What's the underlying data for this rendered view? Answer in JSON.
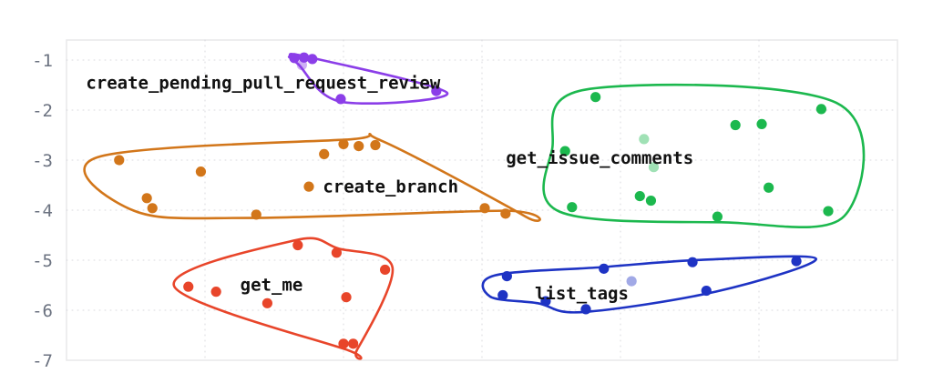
{
  "chart_data": {
    "type": "scatter",
    "title": "",
    "xlabel": "",
    "ylabel": "",
    "xlim": [
      0,
      6
    ],
    "ylim": [
      -7,
      -0.6
    ],
    "grid": true,
    "legend_position": "inline-labels",
    "yticks": [
      "-1",
      "-2",
      "-3",
      "-4",
      "-5",
      "-6",
      "-7"
    ],
    "ytick_values": [
      -1,
      -2,
      -3,
      -4,
      -5,
      -6,
      -7
    ],
    "xticks": [],
    "clusters": [
      {
        "name": "create_pending_pull_request_review",
        "color": "#8b3ee8",
        "label_x": 1.42,
        "label_y": -1.46,
        "points": [
          {
            "x": 1.645,
            "y": -0.96,
            "faded": false
          },
          {
            "x": 1.715,
            "y": -0.95,
            "faded": false
          },
          {
            "x": 1.775,
            "y": -0.98,
            "faded": false
          },
          {
            "x": 1.7,
            "y": -1.1,
            "faded": true
          },
          {
            "x": 1.98,
            "y": -1.78,
            "faded": false
          },
          {
            "x": 2.67,
            "y": -1.62,
            "faded": false
          }
        ],
        "hull": [
          [
            1.645,
            -0.96
          ],
          [
            1.775,
            -0.98
          ],
          [
            2.67,
            -1.62
          ],
          [
            1.98,
            -1.78
          ],
          [
            1.7,
            -1.1
          ]
        ]
      },
      {
        "name": "create_branch",
        "color": "#d2761a",
        "label_x": 2.34,
        "label_y": -3.54,
        "points": [
          {
            "x": 0.38,
            "y": -3.0,
            "faded": false
          },
          {
            "x": 0.62,
            "y": -3.96,
            "faded": false
          },
          {
            "x": 0.58,
            "y": -3.76,
            "faded": false
          },
          {
            "x": 0.97,
            "y": -3.23,
            "faded": false
          },
          {
            "x": 1.37,
            "y": -4.09,
            "faded": false
          },
          {
            "x": 1.86,
            "y": -2.88,
            "faded": false
          },
          {
            "x": 2.0,
            "y": -2.68,
            "faded": false
          },
          {
            "x": 2.11,
            "y": -2.72,
            "faded": false
          },
          {
            "x": 2.23,
            "y": -2.7,
            "faded": false
          },
          {
            "x": 1.75,
            "y": -3.53,
            "faded": false
          },
          {
            "x": 3.02,
            "y": -3.96,
            "faded": false
          },
          {
            "x": 3.17,
            "y": -4.07,
            "faded": false
          }
        ],
        "hull": [
          [
            0.38,
            -3.0
          ],
          [
            2.0,
            -2.68
          ],
          [
            2.23,
            -2.7
          ],
          [
            3.17,
            -4.07
          ],
          [
            3.02,
            -3.96
          ],
          [
            1.37,
            -4.09
          ],
          [
            0.62,
            -3.96
          ]
        ]
      },
      {
        "name": "get_issue_comments",
        "color": "#1cb84e",
        "label_x": 3.85,
        "label_y": -2.96,
        "points": [
          {
            "x": 3.6,
            "y": -2.82,
            "faded": false
          },
          {
            "x": 3.82,
            "y": -1.74,
            "faded": false
          },
          {
            "x": 3.65,
            "y": -3.94,
            "faded": false
          },
          {
            "x": 4.14,
            "y": -3.72,
            "faded": false
          },
          {
            "x": 4.22,
            "y": -3.81,
            "faded": false
          },
          {
            "x": 4.17,
            "y": -2.58,
            "faded": true
          },
          {
            "x": 4.24,
            "y": -3.14,
            "faded": true
          },
          {
            "x": 4.83,
            "y": -2.3,
            "faded": false
          },
          {
            "x": 5.02,
            "y": -2.28,
            "faded": false
          },
          {
            "x": 5.07,
            "y": -3.55,
            "faded": false
          },
          {
            "x": 5.45,
            "y": -1.98,
            "faded": false
          },
          {
            "x": 5.5,
            "y": -4.02,
            "faded": false
          },
          {
            "x": 4.7,
            "y": -4.13,
            "faded": false
          }
        ],
        "hull": [
          [
            3.82,
            -1.74
          ],
          [
            5.45,
            -1.98
          ],
          [
            5.5,
            -4.02
          ],
          [
            4.7,
            -4.13
          ],
          [
            3.65,
            -3.94
          ],
          [
            3.6,
            -2.82
          ]
        ]
      },
      {
        "name": "get_me",
        "color": "#e8452a",
        "label_x": 1.48,
        "label_y": -5.5,
        "points": [
          {
            "x": 0.88,
            "y": -5.53,
            "faded": false
          },
          {
            "x": 1.08,
            "y": -5.63,
            "faded": false
          },
          {
            "x": 1.45,
            "y": -5.86,
            "faded": false
          },
          {
            "x": 1.67,
            "y": -4.7,
            "faded": false
          },
          {
            "x": 1.95,
            "y": -4.85,
            "faded": false
          },
          {
            "x": 2.02,
            "y": -5.74,
            "faded": false
          },
          {
            "x": 2.3,
            "y": -5.19,
            "faded": false
          },
          {
            "x": 2.0,
            "y": -6.67,
            "faded": false
          },
          {
            "x": 2.07,
            "y": -6.67,
            "faded": false
          }
        ],
        "hull": [
          [
            1.67,
            -4.7
          ],
          [
            1.95,
            -4.85
          ],
          [
            2.3,
            -5.19
          ],
          [
            2.07,
            -6.67
          ],
          [
            2.0,
            -6.67
          ],
          [
            0.88,
            -5.53
          ]
        ]
      },
      {
        "name": "list_tags",
        "color": "#1e33c4",
        "label_x": 3.72,
        "label_y": -5.67,
        "points": [
          {
            "x": 3.15,
            "y": -5.7,
            "faded": false
          },
          {
            "x": 3.18,
            "y": -5.32,
            "faded": false
          },
          {
            "x": 3.46,
            "y": -5.82,
            "faded": false
          },
          {
            "x": 3.75,
            "y": -5.98,
            "faded": false
          },
          {
            "x": 3.88,
            "y": -5.17,
            "faded": false
          },
          {
            "x": 4.08,
            "y": -5.42,
            "faded": true
          },
          {
            "x": 4.52,
            "y": -5.04,
            "faded": false
          },
          {
            "x": 4.62,
            "y": -5.61,
            "faded": false
          },
          {
            "x": 5.27,
            "y": -5.02,
            "faded": false
          }
        ],
        "hull": [
          [
            3.88,
            -5.17
          ],
          [
            4.52,
            -5.04
          ],
          [
            5.27,
            -5.02
          ],
          [
            4.62,
            -5.61
          ],
          [
            3.75,
            -5.98
          ],
          [
            3.46,
            -5.82
          ],
          [
            3.15,
            -5.7
          ],
          [
            3.18,
            -5.32
          ]
        ]
      }
    ]
  },
  "axis": {
    "ytick_labels": [
      "-1",
      "-2",
      "-3",
      "-4",
      "-5",
      "-6",
      "-7"
    ]
  }
}
